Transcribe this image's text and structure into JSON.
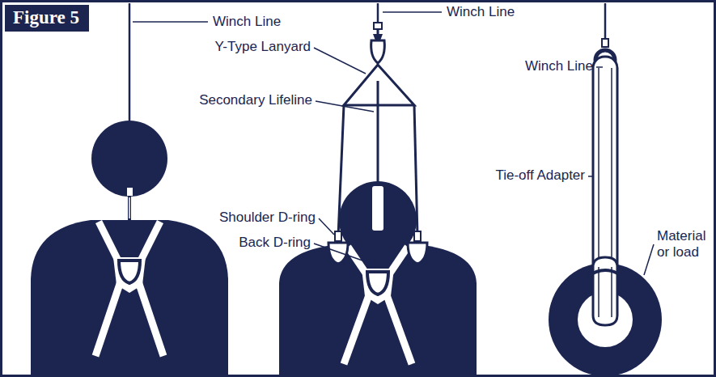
{
  "diagram": {
    "title": "Figure 5",
    "labels": [
      "Winch Line",
      "Winch Line",
      "Y-Type Lanyard",
      "Secondary Lifeline",
      "Shoulder D-ring",
      "Back D-ring",
      "Winch Line",
      "Tie-off Adapter",
      "Material or load"
    ]
  }
}
